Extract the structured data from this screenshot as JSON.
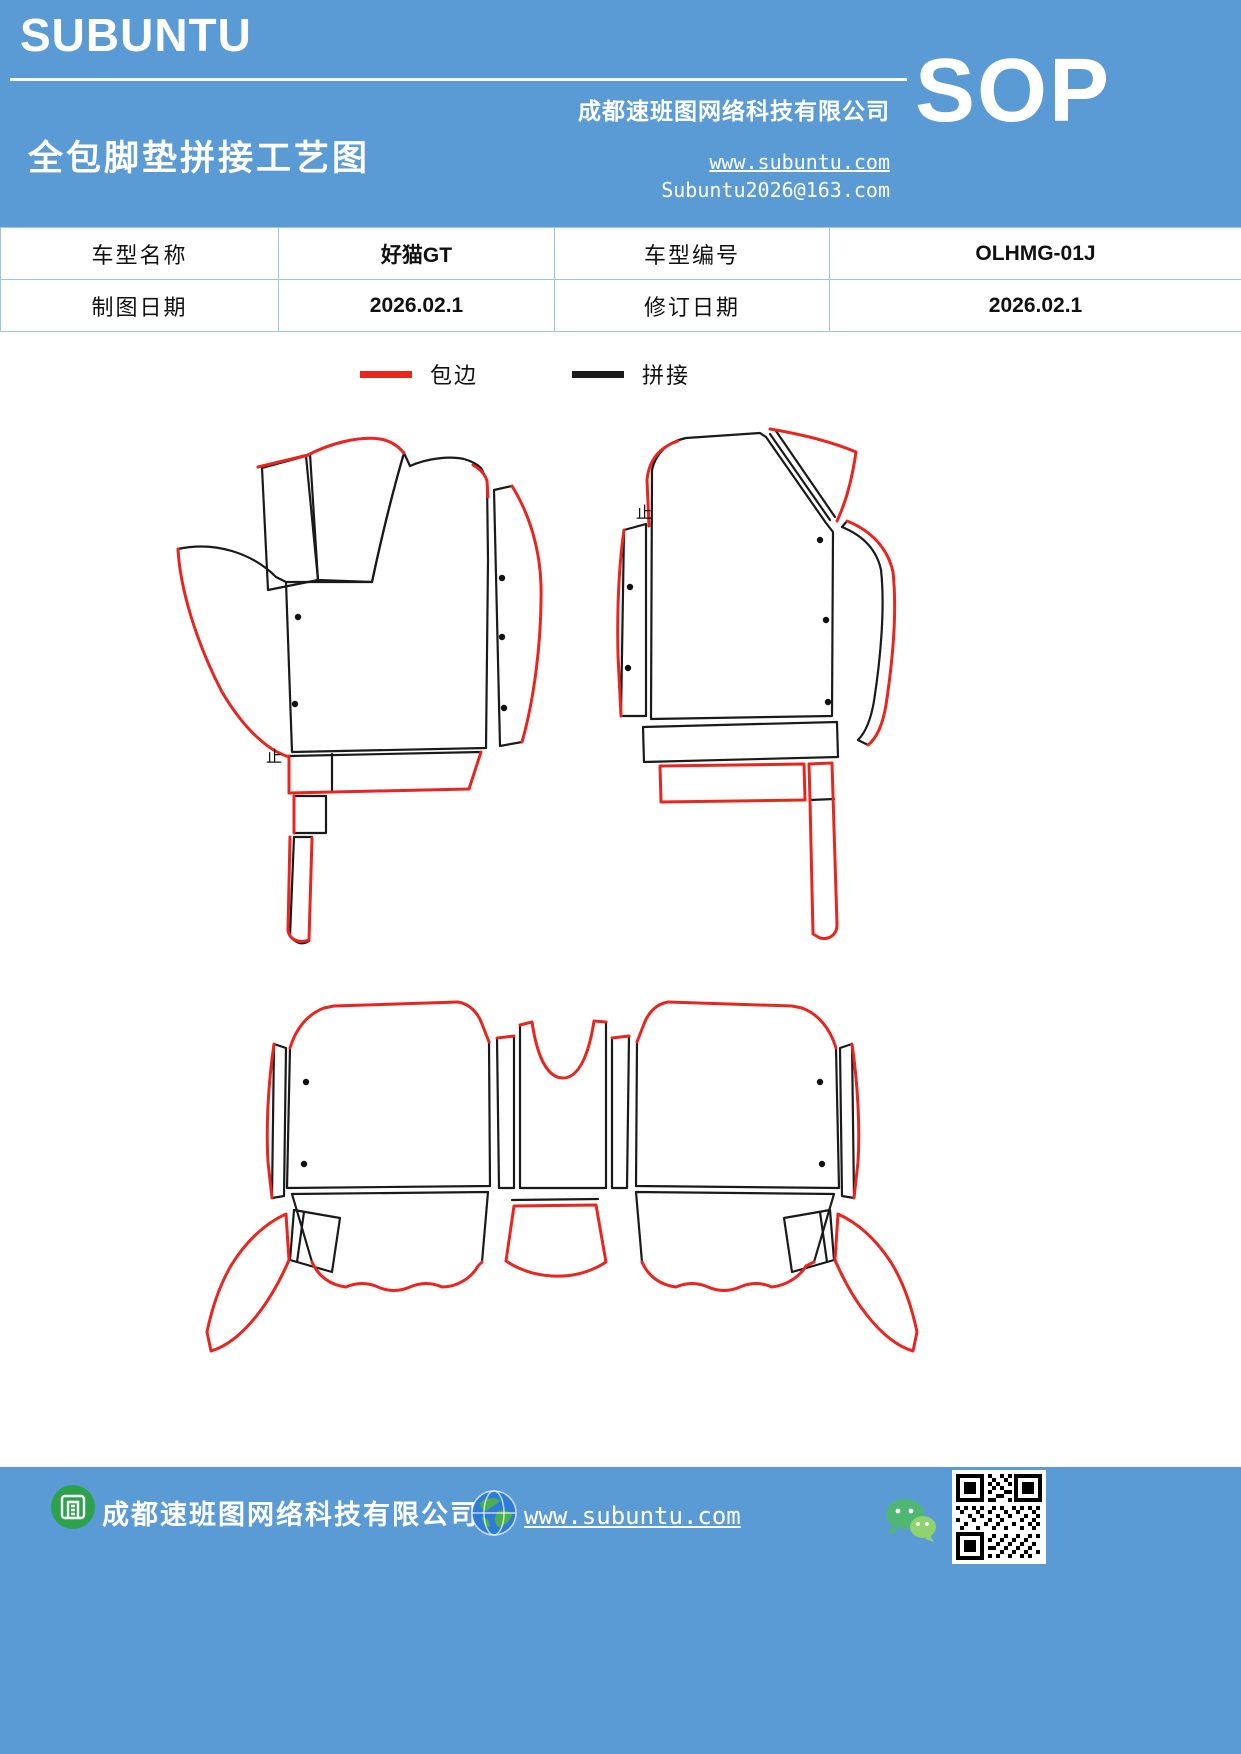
{
  "colors": {
    "band_blue": "#5b9bd5",
    "edge_red": "#e8261f",
    "seam_black": "#1a1a1a",
    "table_border": "#9dc3e6",
    "logo_icon_green": "#2ca24c",
    "globe_blue": "#2f7cd6",
    "wechat_green": "#50b674"
  },
  "header": {
    "logo": "SUBUNTU",
    "title": "全包脚垫拼接工艺图",
    "company": "成都速班图网络科技有限公司",
    "sop": "SOP",
    "website": "www.subuntu.com",
    "email": "Subuntu2026@163.com"
  },
  "table": {
    "rows": [
      {
        "cells": [
          "车型名称",
          "好猫GT",
          "车型编号",
          "OLHMG-01J"
        ]
      },
      {
        "cells": [
          "制图日期",
          "2026.02.1",
          "修订日期",
          "2026.02.1"
        ]
      }
    ]
  },
  "legend": {
    "items": [
      {
        "label": "包边",
        "color": "#e8261f"
      },
      {
        "label": "拼接",
        "color": "#1a1a1a"
      }
    ]
  },
  "diagram": {
    "stop_mark": "止"
  },
  "footer": {
    "company": "成都速班图网络科技有限公司",
    "website": "www.subuntu.com"
  }
}
